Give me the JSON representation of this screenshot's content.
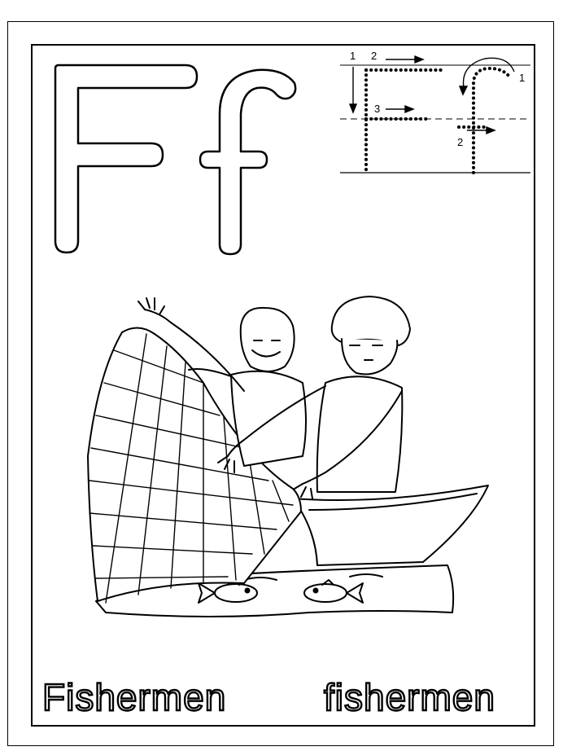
{
  "letter": {
    "uppercase": "F",
    "lowercase": "f"
  },
  "tracing_guide": {
    "upper_steps": [
      "1",
      "2",
      "3"
    ],
    "lower_steps": [
      "1",
      "2"
    ]
  },
  "words": {
    "capitalized": "Fishermen",
    "lowercase": "fishermen"
  },
  "colors": {
    "line": "#000000",
    "background": "#ffffff"
  }
}
